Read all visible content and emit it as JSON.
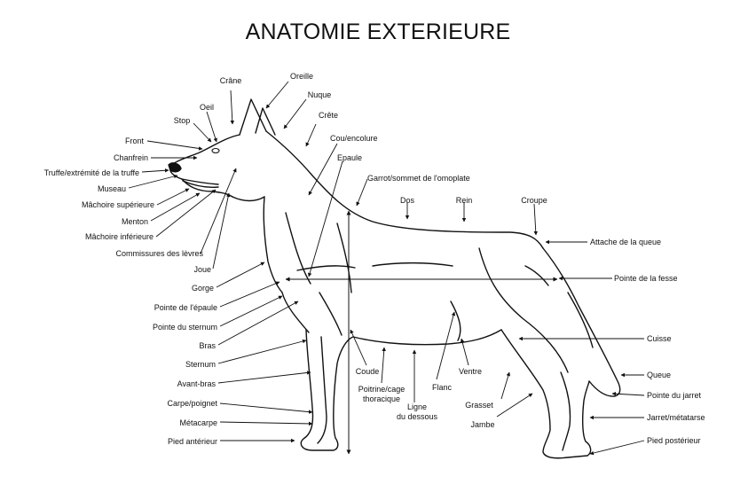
{
  "title": "ANATOMIE EXTERIEURE",
  "labels": {
    "crane": "Crâne",
    "oreille": "Oreille",
    "nuque": "Nuque",
    "crete": "Crête",
    "oeil": "Oeil",
    "stop": "Stop",
    "front": "Front",
    "chanfrein": "Chanfrein",
    "truffe": "Truffe/extrémité de la truffe",
    "museau": "Museau",
    "machoire_sup": "Mâchoire supérieure",
    "menton": "Menton",
    "machoire_inf": "Mâchoire inférieure",
    "commissures": "Commissures des lèvres",
    "joue": "Joue",
    "gorge": "Gorge",
    "pointe_epaule": "Pointe de l'épaule",
    "pointe_sternum": "Pointe du sternum",
    "bras": "Bras",
    "sternum": "Sternum",
    "avant_bras": "Avant-bras",
    "carpe": "Carpe/poignet",
    "metacarpe": "Métacarpe",
    "pied_ant": "Pied antérieur",
    "cou": "Cou/encolure",
    "epaule": "Epaule",
    "garrot": "Garrot/sommet de l'omoplate",
    "dos": "Dos",
    "rein": "Rein",
    "croupe": "Croupe",
    "attache_queue": "Attache de la queue",
    "pointe_fesse": "Pointe de la fesse",
    "cuisse": "Cuisse",
    "queue": "Queue",
    "pointe_jarret": "Pointe du jarret",
    "jarret": "Jarret/métatarse",
    "pied_post": "Pied postérieur",
    "coude": "Coude",
    "poitrine_1": "Poitrine/cage",
    "poitrine_2": "thoracique",
    "ligne_1": "Ligne",
    "ligne_2": "du dessous",
    "flanc": "Flanc",
    "ventre": "Ventre",
    "grasset": "Grasset",
    "jambe": "Jambe"
  }
}
